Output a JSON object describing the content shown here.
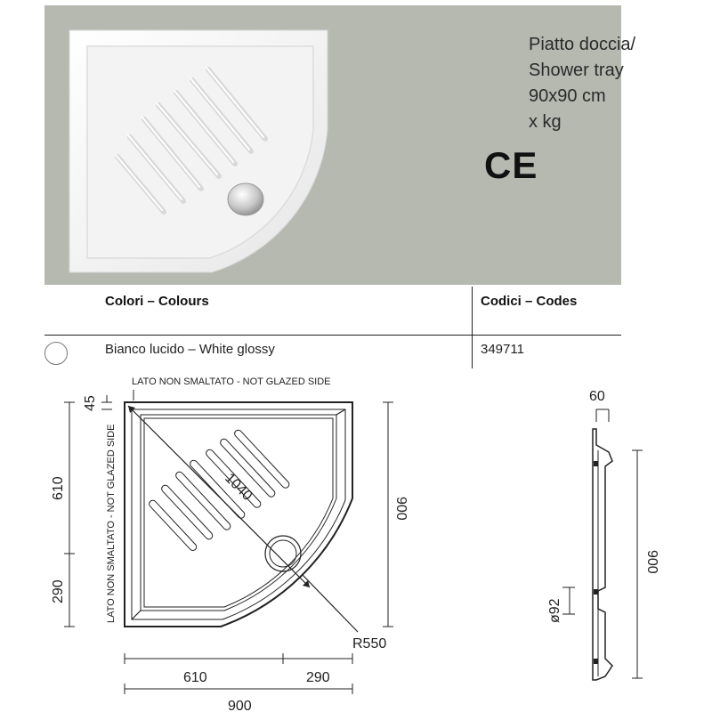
{
  "product": {
    "title_lines": [
      "Piatto doccia/",
      "Shower tray",
      "90x90 cm",
      "x kg"
    ],
    "ce_mark": "CE"
  },
  "table": {
    "header_colours": "Colori – Colours",
    "header_codes": "Codici – Codes",
    "rows": [
      {
        "colour": "Bianco lucido – White glossy",
        "code": "349711",
        "swatch_color": "#ffffff"
      }
    ]
  },
  "drawing": {
    "top_label": "LATO NON SMALTATO - NOT GLAZED SIDE",
    "side_label": "LATO NON SMALTATO - NOT GLAZED SIDE",
    "dim_45": "45",
    "dim_610_left": "610",
    "dim_290_left": "290",
    "dim_1040": "1040",
    "dim_900_right": "900",
    "dim_r550": "R550",
    "dim_610_bottom": "610",
    "dim_290_bottom": "290",
    "dim_900_bottom": "900",
    "dim_60": "60",
    "dim_900_side": "900",
    "dim_d92": "ø92"
  },
  "colors": {
    "hero_background": "#b6b9b0",
    "line": "#222222"
  }
}
